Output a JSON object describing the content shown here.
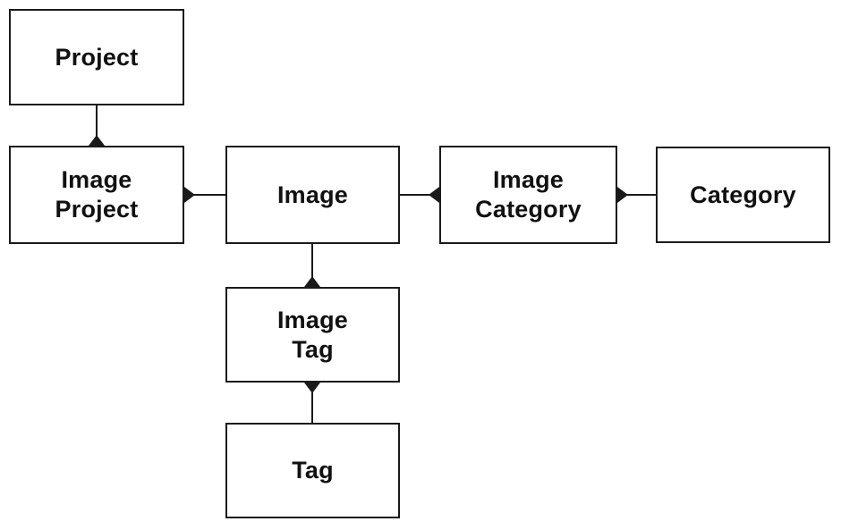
{
  "diagram": {
    "type": "entity-relationship",
    "colors": {
      "line": "#1a1a1a",
      "text": "#111111",
      "background": "#ffffff"
    },
    "nodes": [
      {
        "id": "project",
        "label": "Project"
      },
      {
        "id": "image-project",
        "label": "Image\nProject"
      },
      {
        "id": "image",
        "label": "Image"
      },
      {
        "id": "image-category",
        "label": "Image\nCategory"
      },
      {
        "id": "category",
        "label": "Category"
      },
      {
        "id": "image-tag",
        "label": "Image\nTag"
      },
      {
        "id": "tag",
        "label": "Tag"
      }
    ],
    "edges": [
      {
        "from": "project",
        "to": "image-project",
        "arrowhead": "filled-triangle",
        "arrowhead_at": "image-project-top",
        "arrowhead_points": "up"
      },
      {
        "from": "image-project",
        "to": "image",
        "arrowhead": "filled-triangle",
        "arrowhead_at": "image-project-right",
        "arrowhead_points": "right"
      },
      {
        "from": "image",
        "to": "image-category",
        "arrowhead": "filled-triangle",
        "arrowhead_at": "image-category-left",
        "arrowhead_points": "left"
      },
      {
        "from": "image-category",
        "to": "category",
        "arrowhead": "filled-triangle",
        "arrowhead_at": "image-category-right",
        "arrowhead_points": "right"
      },
      {
        "from": "image",
        "to": "image-tag",
        "arrowhead": "filled-triangle",
        "arrowhead_at": "image-tag-top",
        "arrowhead_points": "up"
      },
      {
        "from": "image-tag",
        "to": "tag",
        "arrowhead": "filled-triangle",
        "arrowhead_at": "image-tag-bottom",
        "arrowhead_points": "down"
      }
    ]
  }
}
